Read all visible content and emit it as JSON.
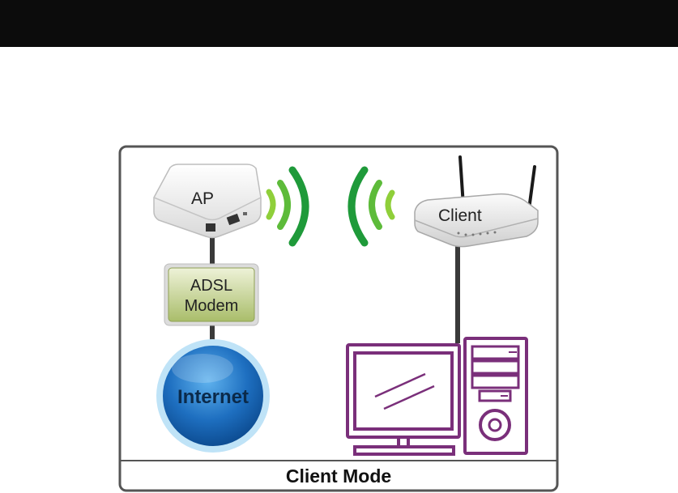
{
  "diagram": {
    "title": "Client Mode",
    "nodes": {
      "ap": {
        "label": "AP"
      },
      "client": {
        "label": "Client"
      },
      "modem": {
        "line1": "ADSL",
        "line2": "Modem"
      },
      "internet": {
        "label": "Internet"
      }
    }
  },
  "colors": {
    "top_bar": "#0c0c0c",
    "frame_border": "#555555",
    "wifi_green": "#1f9a3a",
    "wifi_light_green": "#8fcf3a",
    "computer_purple": "#7a2f7a",
    "internet_blue": "#1e6fc0",
    "modem_green": "#c9d69a"
  }
}
